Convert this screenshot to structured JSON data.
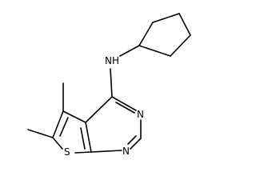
{
  "molecule": {
    "atoms": {
      "nh": "NH",
      "n3": "N",
      "n1": "N",
      "s": "S"
    },
    "colors": {
      "bond": "#000000",
      "label": "#000000",
      "background": "#ffffff"
    }
  }
}
